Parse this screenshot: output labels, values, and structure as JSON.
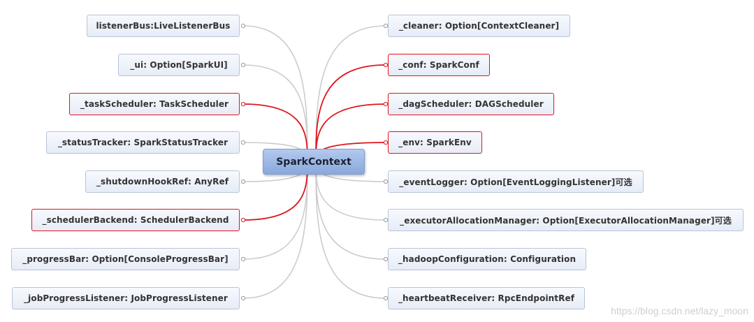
{
  "center": {
    "label": "SparkContext"
  },
  "left_nodes": [
    {
      "label": "listenerBus:LiveListenerBus",
      "highlighted": false
    },
    {
      "label": "_ui: Option[SparkUI]",
      "highlighted": false
    },
    {
      "label": "_taskScheduler: TaskScheduler",
      "highlighted": true
    },
    {
      "label": "_statusTracker: SparkStatusTracker",
      "highlighted": false
    },
    {
      "label": "_shutdownHookRef: AnyRef",
      "highlighted": false
    },
    {
      "label": "_schedulerBackend: SchedulerBackend",
      "highlighted": true
    },
    {
      "label": "_progressBar: Option[ConsoleProgressBar]",
      "highlighted": false
    },
    {
      "label": "_jobProgressListener: JobProgressListener",
      "highlighted": false
    }
  ],
  "right_nodes": [
    {
      "label": "_cleaner: Option[ContextCleaner]",
      "highlighted": false
    },
    {
      "label": "_conf: SparkConf",
      "highlighted": true
    },
    {
      "label": "_dagScheduler: DAGScheduler",
      "highlighted": true
    },
    {
      "label": "_env: SparkEnv",
      "highlighted": true
    },
    {
      "label": "_eventLogger: Option[EventLoggingListener]可选",
      "highlighted": false
    },
    {
      "label": "_executorAllocationManager: Option[ExecutorAllocationManager]可选",
      "highlighted": false
    },
    {
      "label": "_hadoopConfiguration: Configuration",
      "highlighted": false
    },
    {
      "label": "_heartbeatReceiver: RpcEndpointRef",
      "highlighted": false
    }
  ],
  "watermark": "https://blog.csdn.net/lazy_moon",
  "colors": {
    "highlight": "#e0141e",
    "link": "#cccccc",
    "node_border": "#b8c4d8",
    "center_fill": "#9db7e6"
  }
}
